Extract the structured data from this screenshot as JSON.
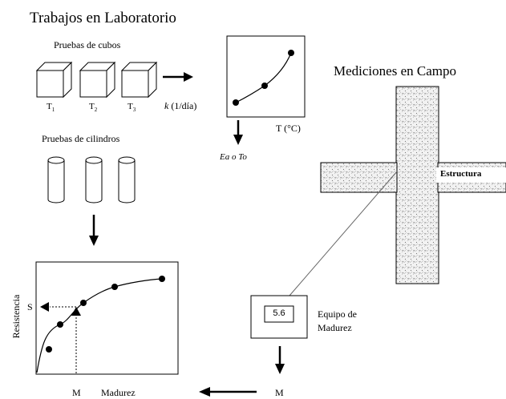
{
  "lab": {
    "title": "Trabajos en Laboratorio",
    "cubes_label": "Pruebas de cubos",
    "cube_temps": [
      {
        "main": "T",
        "sub": "1"
      },
      {
        "main": "T",
        "sub": "2"
      },
      {
        "main": "T",
        "sub": "3"
      }
    ],
    "k_label_k": "k",
    "k_label_rest": " (1/día)",
    "cylinders_label": "Pruebas de cilindros",
    "temp_axis_label": "T (°C)",
    "ea_label": "Ea o To"
  },
  "field": {
    "title": "Mediciones en Campo",
    "structure_label": "Estructura",
    "meter_value": "5.6",
    "meter_label_line1": "Equipo de",
    "meter_label_line2": "Madurez",
    "m_output_label": "M"
  },
  "strength_chart": {
    "ylabel": "Resistencia",
    "xlabel": "Madurez",
    "x_marker": "M",
    "y_marker": "S"
  }
}
